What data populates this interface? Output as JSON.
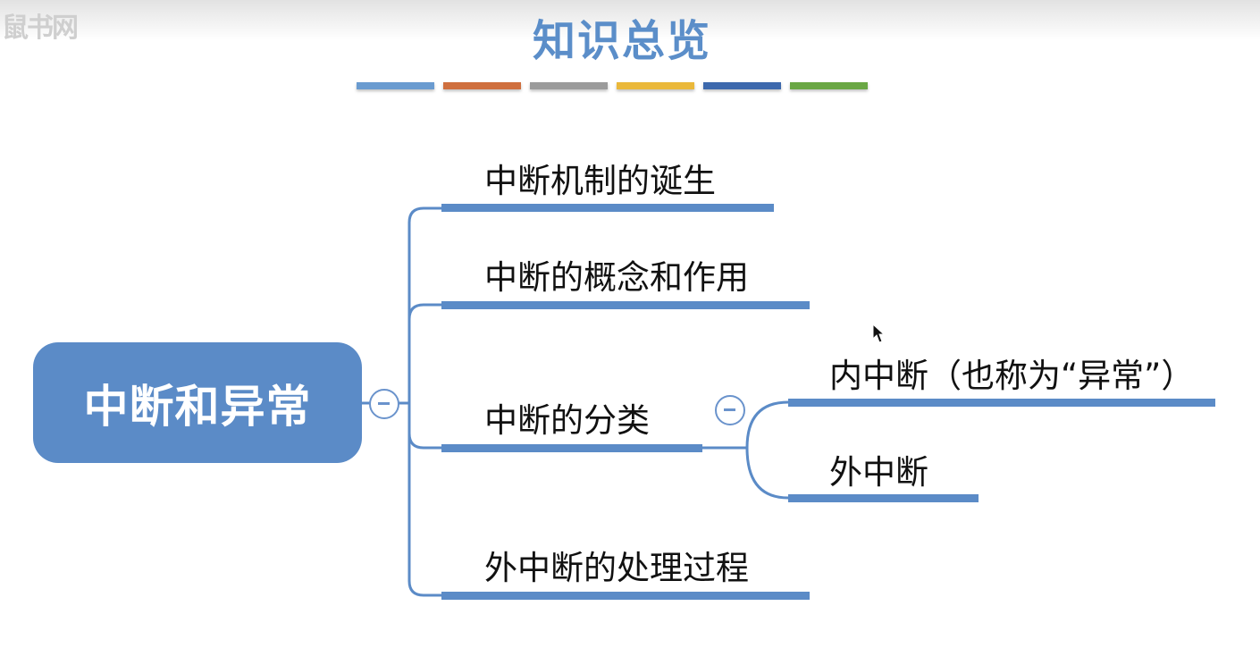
{
  "watermark": "鼠书网",
  "title": "知识总览",
  "title_bar_colors": [
    "#6a9bd0",
    "#cf6f3e",
    "#9b9b9b",
    "#eab83a",
    "#3d69ad",
    "#6aa744"
  ],
  "diagram": {
    "root": "中断和异常",
    "branches": [
      {
        "label": "中断机制的诞生"
      },
      {
        "label": "中断的概念和作用"
      },
      {
        "label": "中断的分类",
        "children": [
          {
            "label": "内中断（也称为“异常”）"
          },
          {
            "label": "外中断"
          }
        ]
      },
      {
        "label": "外中断的处理过程"
      }
    ],
    "line_color": "#5b8bc7",
    "collapse_icon": "minus-circle-icon",
    "cursor_icon": "mouse-pointer-icon"
  }
}
